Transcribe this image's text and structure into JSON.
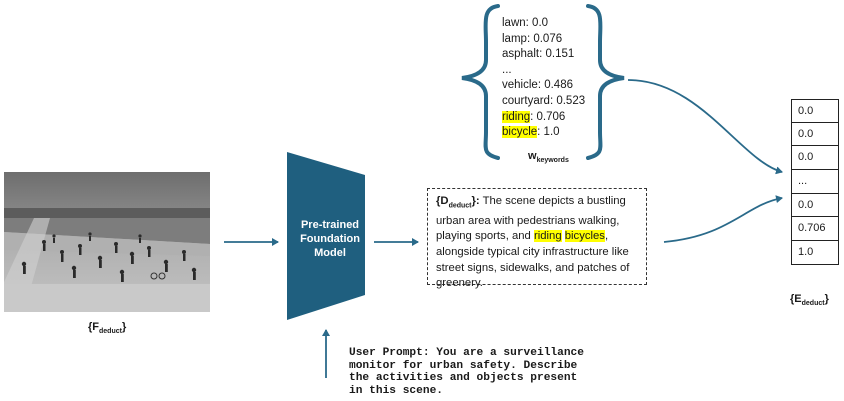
{
  "keywords": {
    "items": [
      {
        "name": "lawn",
        "value": "0.0",
        "highlight": false
      },
      {
        "name": "lamp",
        "value": "0.076",
        "highlight": false
      },
      {
        "name": "asphalt",
        "value": "0.151",
        "highlight": false
      },
      {
        "name": "...",
        "value": "",
        "highlight": false
      },
      {
        "name": "vehicle",
        "value": "0.486",
        "highlight": false
      },
      {
        "name": "courtyard",
        "value": "0.523",
        "highlight": false
      },
      {
        "name": "riding",
        "value": "0.706",
        "highlight": true
      },
      {
        "name": "bicycle",
        "value": "1.0",
        "highlight": true
      }
    ],
    "label_main": "w",
    "label_sub": "keywords"
  },
  "model": {
    "line1": "Pre-trained",
    "line2": "Foundation",
    "line3": "Model"
  },
  "description": {
    "symbol_open": "{D",
    "symbol_sub": "deduct",
    "symbol_close": "}:",
    "text_before": " The scene depicts a bustling urban area with pedestrians walking, playing sports, and ",
    "hl1": "riding",
    "space": " ",
    "hl2": "bicycles",
    "text_after": ", alongside typical city infrastructure like street signs, sidewalks, and patches of greenery."
  },
  "output_vector": {
    "cells": [
      "0.0",
      "0.0",
      "0.0",
      "...",
      "0.0",
      "0.706",
      "1.0"
    ],
    "label_open": "{E",
    "label_sub": "deduct",
    "label_close": "}"
  },
  "frame": {
    "label_open": "{F",
    "label_sub": "deduct",
    "label_close": "}"
  },
  "prompt": {
    "lines": [
      "User Prompt: You are a surveillance",
      "monitor for urban safety. Describe",
      "the activities and objects present",
      "in this scene."
    ]
  },
  "colors": {
    "model_fill": "#1f5f7f",
    "arrow": "#2a6a8a",
    "brace": "#2a6a8a",
    "highlight": "#ffff00"
  }
}
